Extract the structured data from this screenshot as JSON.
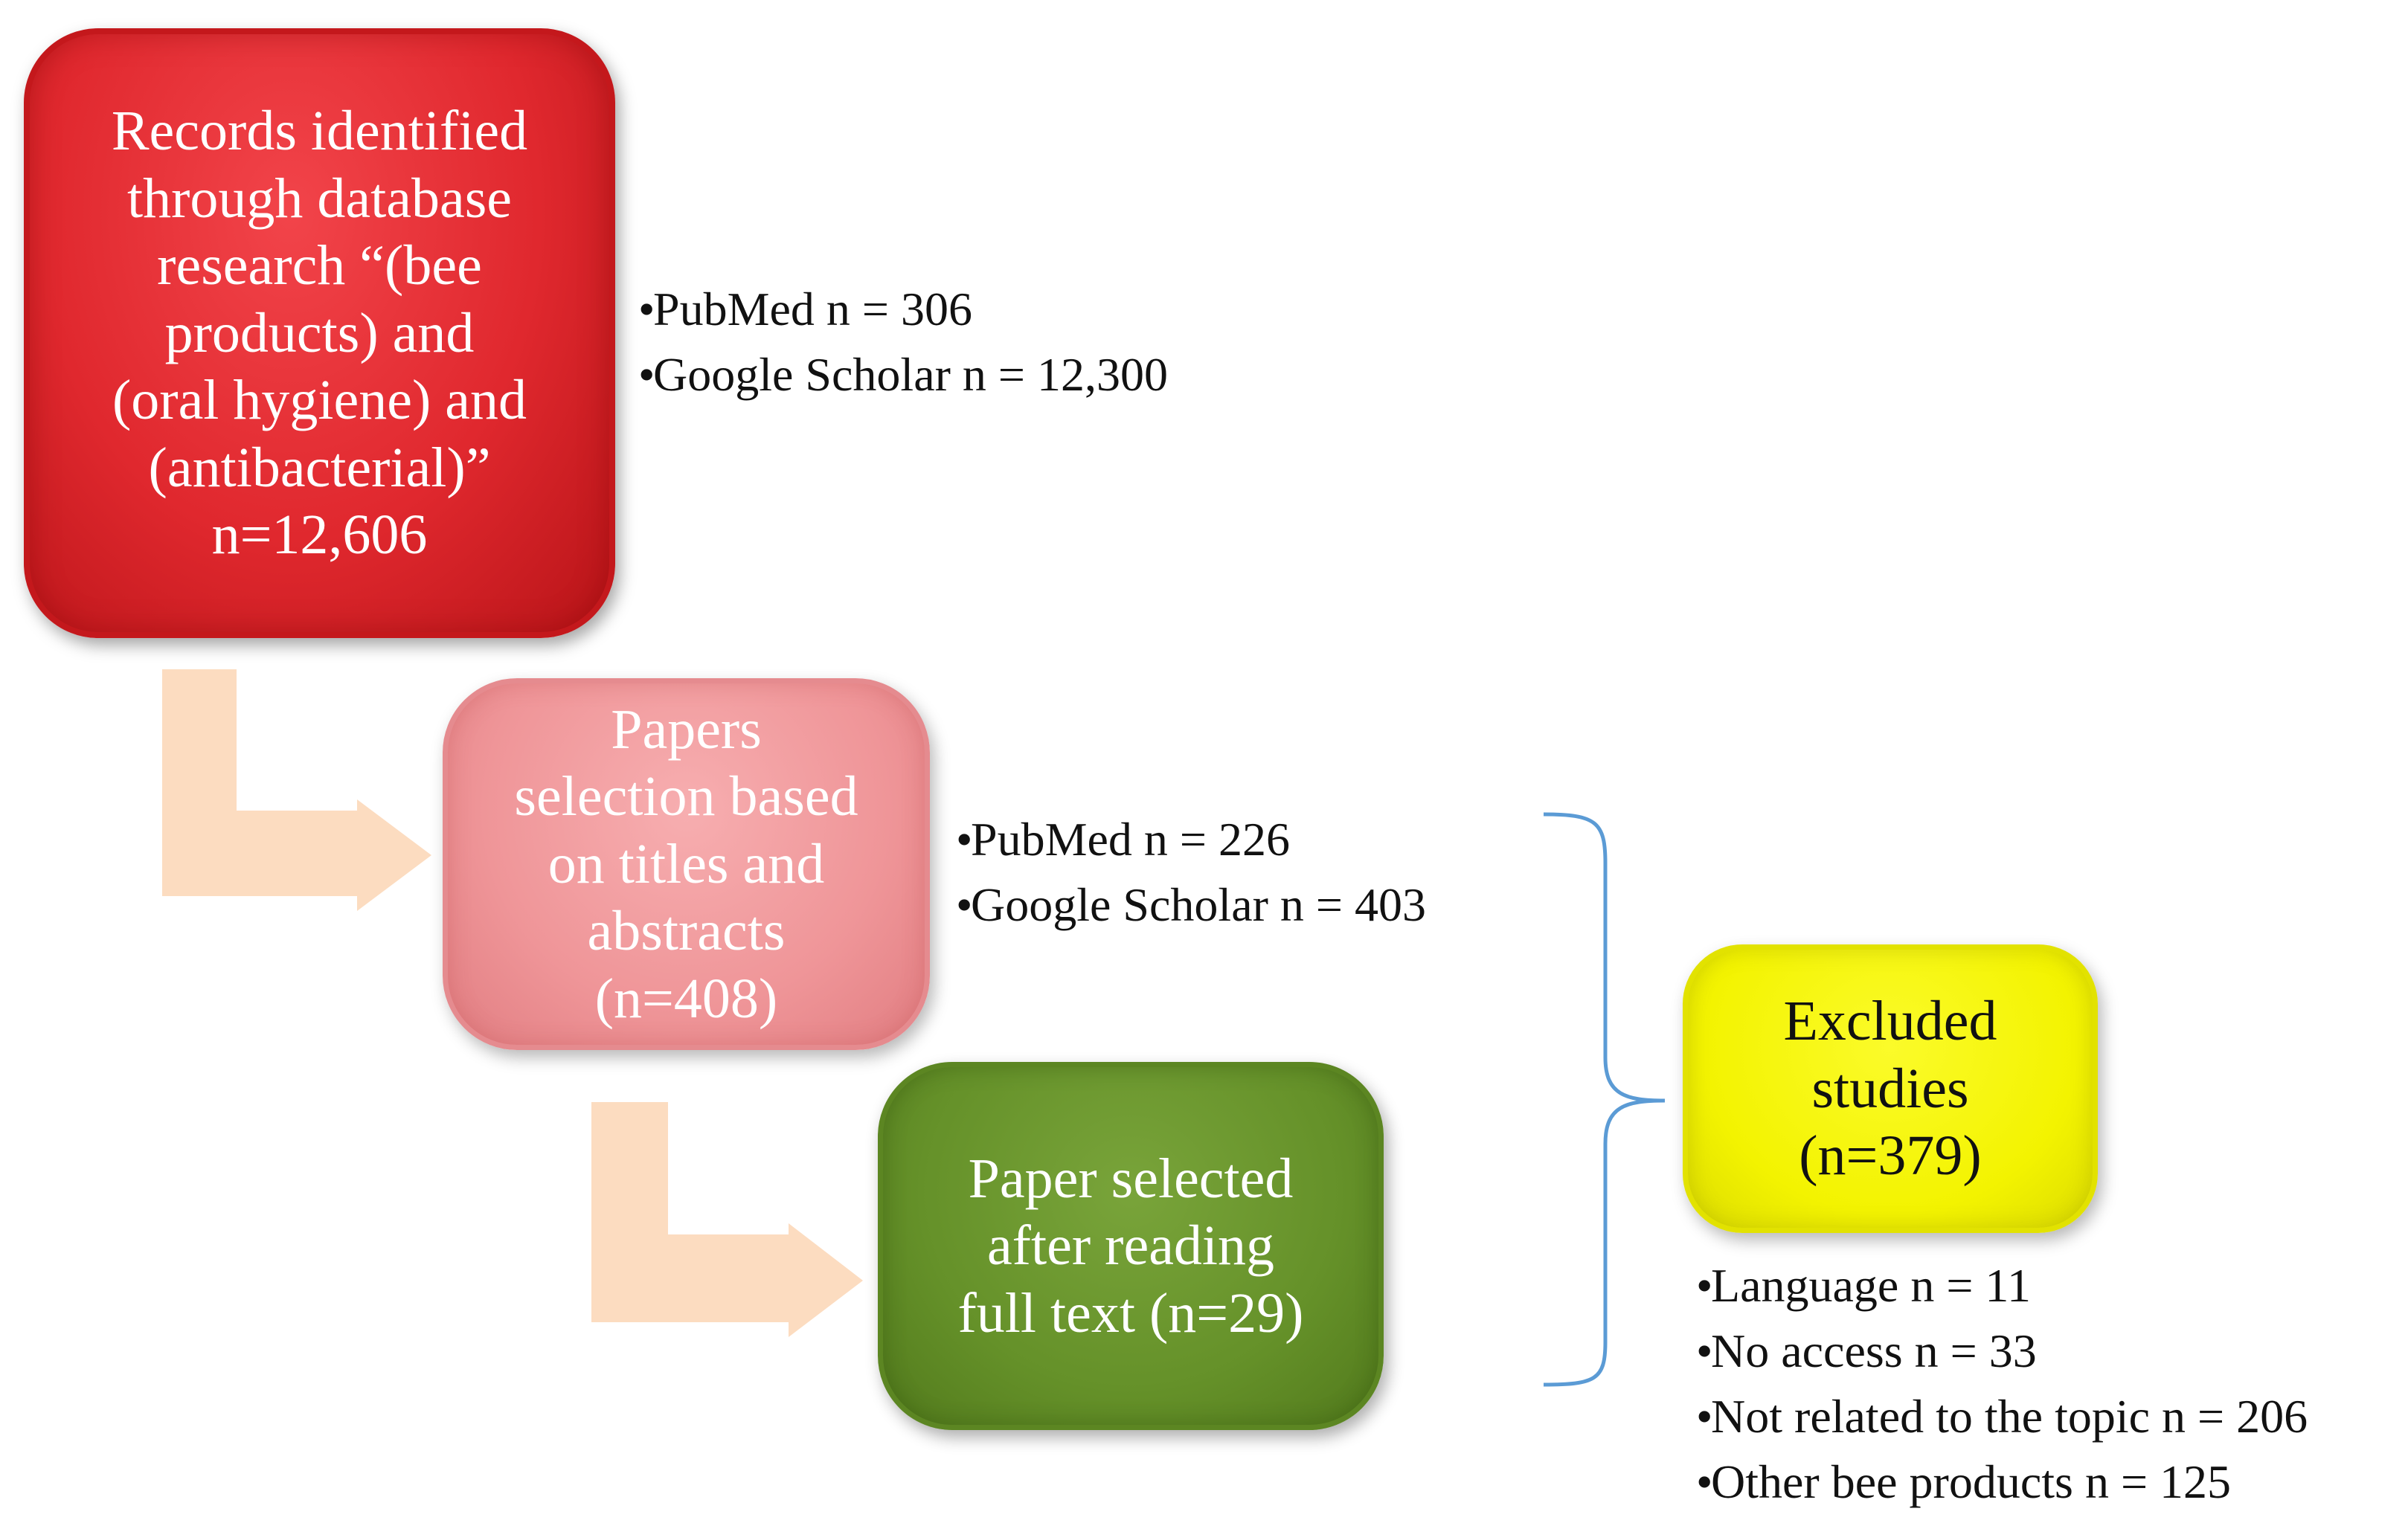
{
  "colors": {
    "red_box": "#e0282e",
    "pink_box": "#ef9598",
    "green_box": "#659129",
    "yellow_box": "#f3f300",
    "arrow": "#fcdcc0",
    "bracket": "#5b9bd5"
  },
  "boxes": {
    "records": {
      "lines": [
        "Records identified",
        "through database",
        "research “(bee",
        "products) and",
        "(oral hygiene) and",
        "(antibacterial)”",
        "n=12,606"
      ]
    },
    "screening": {
      "lines": [
        "Papers",
        "selection based",
        "on titles and",
        "abstracts",
        "(n=408)"
      ]
    },
    "selected": {
      "lines": [
        "Paper selected",
        "after reading",
        "full text (n=29)"
      ]
    },
    "excluded": {
      "lines": [
        "Excluded",
        "studies",
        "(n=379)"
      ]
    }
  },
  "lists": {
    "records_sources": [
      "PubMed n = 306",
      "Google Scholar n = 12,300"
    ],
    "screening_sources": [
      "PubMed n = 226",
      "Google Scholar n = 403"
    ],
    "exclusion_reasons": [
      "Language n = 11",
      "No access n = 33",
      "Not related to the topic n = 206",
      "Other bee products n = 125"
    ]
  }
}
